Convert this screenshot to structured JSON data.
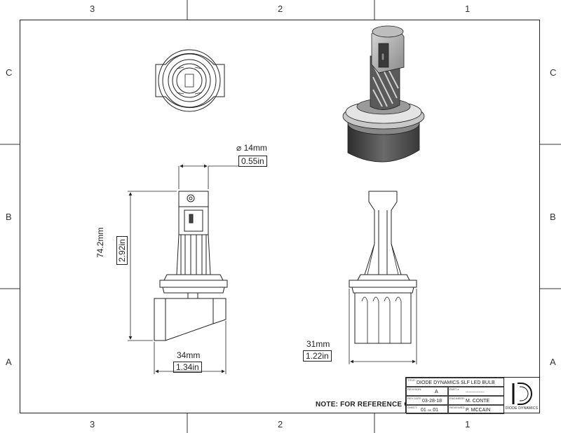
{
  "zones": {
    "columns": [
      "3",
      "2",
      "1"
    ],
    "rows": [
      "C",
      "B",
      "A"
    ]
  },
  "dimensions": {
    "diameter": {
      "symbol": "⌀",
      "metric": "14mm",
      "imperial": "0.55in"
    },
    "height": {
      "metric": "74.2mm",
      "imperial": "2.92in"
    },
    "width_front": {
      "metric": "34mm",
      "imperial": "1.34in"
    },
    "width_side": {
      "metric": "31mm",
      "imperial": "1.22in"
    }
  },
  "note": "NOTE: FOR REFERENCE ONLY",
  "title_block": {
    "title_label": "TITLE:",
    "title": "DIODE DYNAMICS SLF LED BULB",
    "revision_label": "REVISION:",
    "revision": "A",
    "part_label": "PART #",
    "part": "----------------",
    "rev_date_label": "REV DATE:",
    "rev_date": "03-28-18",
    "engineer_label": "ENGINEER:",
    "engineer": "M. CONTE",
    "sheet_label": "SHEET:",
    "sheet": "01",
    "sheet_of": "OF",
    "sheet_total": "01",
    "reviewed_label": "REVIEWED:",
    "reviewed": "P. MCCAIN"
  },
  "logo": {
    "text": "DIODE DYNAMICS",
    "icon": "diode-dynamics-d-logo-icon"
  },
  "colors": {
    "line": "#222222",
    "render_dark": "#3a3a3a",
    "render_mid": "#7d7d7d",
    "render_light": "#c9c9c9"
  }
}
